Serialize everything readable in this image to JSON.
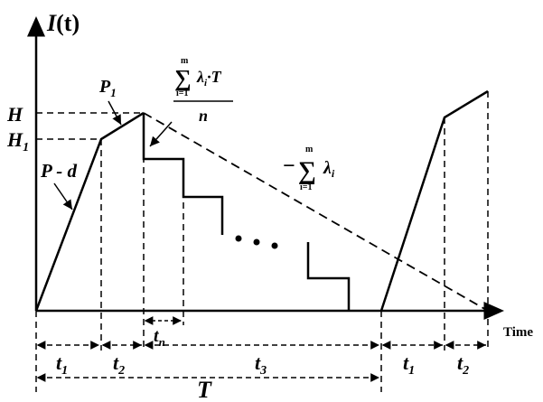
{
  "axes": {
    "y_label_var": "I",
    "y_label_arg": "(t)",
    "x_label": "Time"
  },
  "levels": {
    "H": "H",
    "H1_base": "H",
    "H1_sub": "1"
  },
  "annotations": {
    "P1_base": "P",
    "P1_sub": "1",
    "pd": "P - d",
    "sum_top": "m",
    "sum_symbol": "∑",
    "sum_bottom": "i=1",
    "lambda_i": "λ",
    "lambda_sub": "i",
    "times_T": "·T",
    "over_n": "n",
    "minus": "−"
  },
  "intervals": {
    "t1": {
      "base": "t",
      "sub": "1"
    },
    "t2": {
      "base": "t",
      "sub": "2"
    },
    "tn": {
      "base": "t",
      "sub": "n"
    },
    "t3": {
      "base": "t",
      "sub": "3"
    },
    "t1b": {
      "base": "t",
      "sub": "1"
    },
    "t2b": {
      "base": "t",
      "sub": "2"
    },
    "T": "T"
  },
  "colors": {
    "line": "#000000",
    "background": "#ffffff"
  }
}
